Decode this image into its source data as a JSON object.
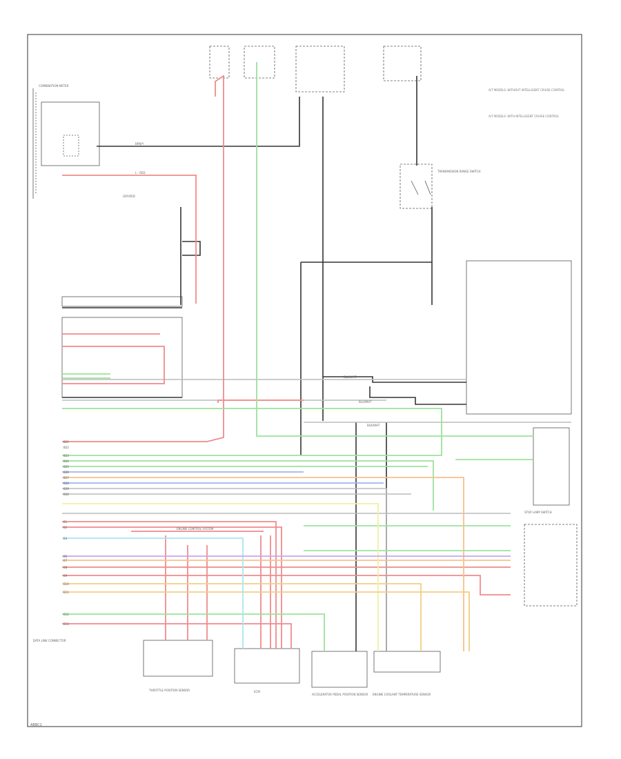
{
  "notes": [
    "A/T MODELS: WITHOUT INTELLIGENT CRUISE CONTROL",
    "A/T MODELS: WITH INTELLIGENT CRUISE CONTROL"
  ],
  "components": {
    "combination_meter": "COMBINATION METER",
    "transmission_range_switch": "TRANSMISSION RANGE SWITCH",
    "stop_lamp_switch": "STOP LAMP SWITCH",
    "throttle_position_sensor": "THROTTLE POSITION SENSOR",
    "ecm": "ECM",
    "accelerator_pedal_sensor": "ACCELERATOR PEDAL POSITION SENSOR",
    "engine_coolant_sensor": "ENGINE COOLANT TEMPERATURE SENSOR",
    "data_link": "DATA LINK CONNECTOR"
  },
  "footer": "ABBC1"
}
